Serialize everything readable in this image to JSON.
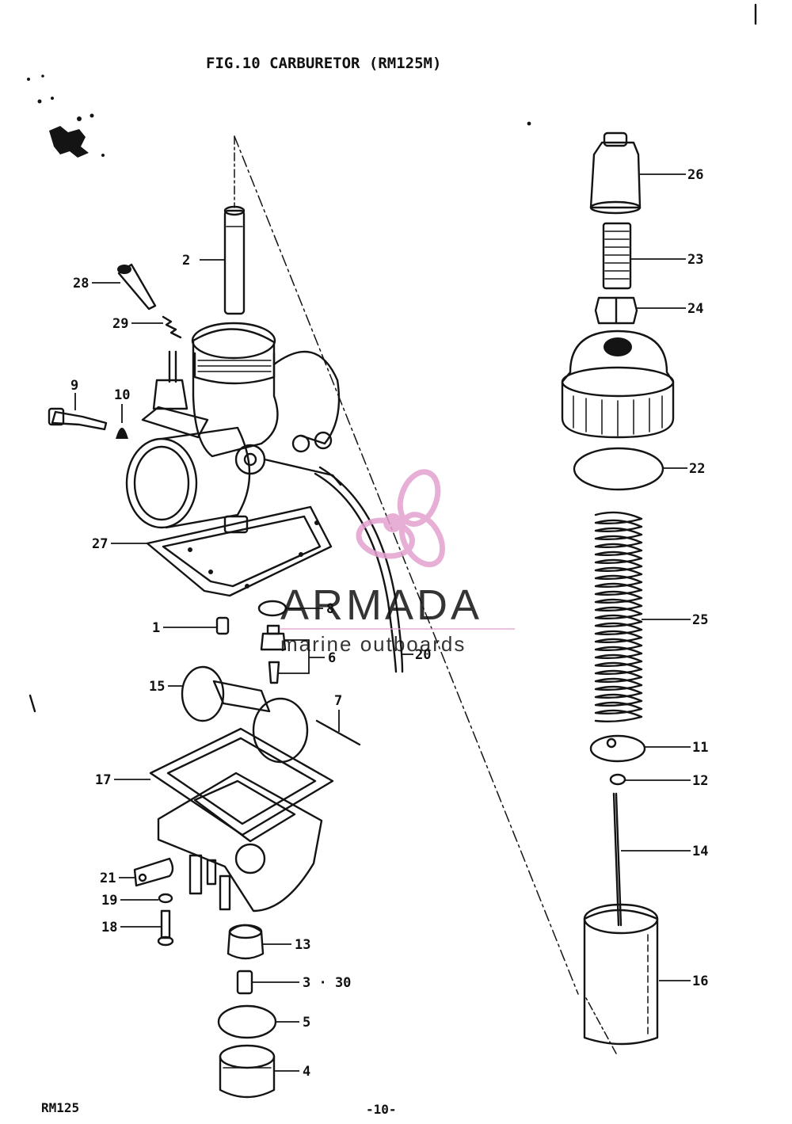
{
  "figure": {
    "title": "FIG.10  CARBURETOR (RM125M)"
  },
  "footer": {
    "model": "RM125",
    "page": "-10-"
  },
  "watermark": {
    "brand": "ARMADA",
    "tagline": "marine outboards",
    "color": "#e3a0d0"
  },
  "callouts": [
    "26",
    "23",
    "24",
    "22",
    "25",
    "11",
    "12",
    "14",
    "16",
    "2",
    "28",
    "29",
    "9",
    "10",
    "27",
    "8",
    "1",
    "6",
    "20",
    "15",
    "7",
    "17",
    "21",
    "19",
    "18",
    "13",
    "3 · 30",
    "5",
    "4"
  ]
}
